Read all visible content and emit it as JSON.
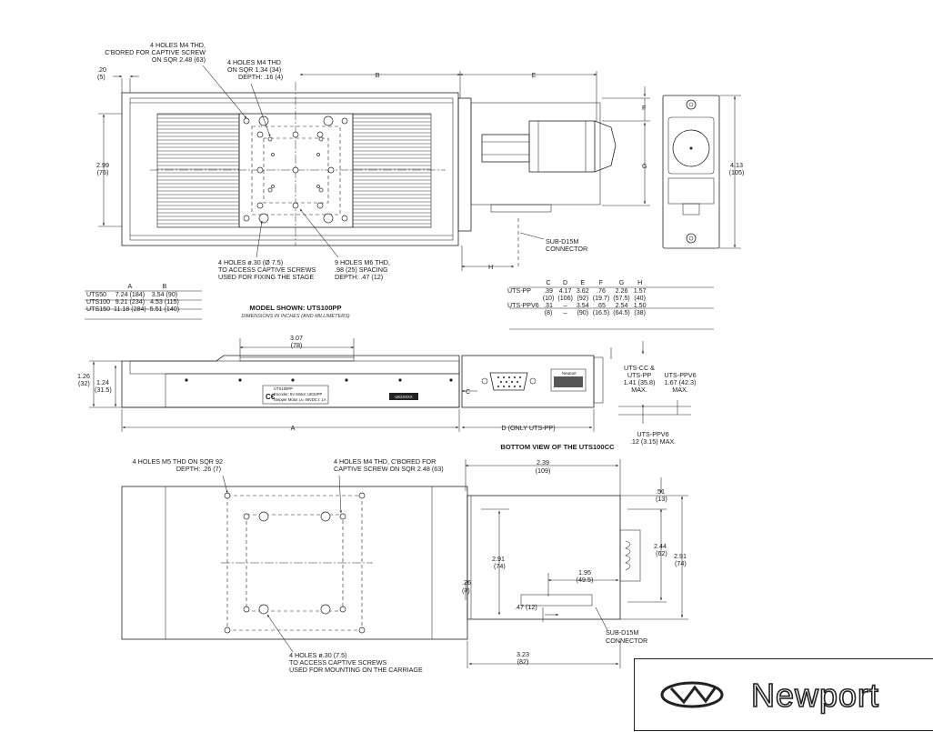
{
  "top_view": {
    "holes_m4_cbored": [
      "4 HOLES M4 THD,",
      "C'BORED FOR CAPTIVE SCREW",
      "ON SQR 2.48 (63)"
    ],
    "holes_m4_thd": [
      "4 HOLES M4 THD",
      "ON SQR 1.34 (34)",
      "DEPTH: .16 (4)"
    ],
    "dim_edge": [
      ".20",
      "(5)"
    ],
    "dim_b": "B",
    "dim_e": "E",
    "dim_f": "F",
    "dim_g": "G",
    "dim_h": "H",
    "dim_width": [
      "2.99",
      "(76)"
    ],
    "dim_side_height": [
      "4.13",
      "(105)"
    ],
    "holes_captive": [
      "4 HOLES ø.30 (Ø 7.5)",
      "TO ACCESS CAPTIVE SCREWS",
      "USED FOR FIXING THE STAGE"
    ],
    "holes_m6": [
      "9 HOLES M6 THD,",
      ".98 (25) SPACING",
      "DEPTH: .47 (12)"
    ],
    "connector": [
      "SUB-D15M",
      "CONNECTOR"
    ]
  },
  "model": {
    "title": "MODEL SHOWN: UTS100PP",
    "subtitle": "DIMENSIONS IN INCHES (AND MILLIMETERS)"
  },
  "table_ab": {
    "headers": [
      "",
      "A",
      "B"
    ],
    "rows": [
      [
        "UTS50",
        "7.24 (184)",
        "3.54 (90)"
      ],
      [
        "UTS100",
        "9.21 (234)",
        "4.53 (115)"
      ],
      [
        "UTS150",
        "11.18 (284)",
        "5.51 (140)"
      ]
    ]
  },
  "table_cdefgh": {
    "headers": [
      "",
      "C",
      "D",
      "E",
      "F",
      "G",
      "H"
    ],
    "rows": [
      {
        "model": "UTS-PP",
        "in": [
          ".39",
          "4.17",
          "3.62",
          ".76",
          "2.26",
          "1.57"
        ],
        "mm": [
          "(10)",
          "(106)",
          "(92)",
          "(19.7)",
          "(57.5)",
          "(40)"
        ]
      },
      {
        "model": "UTS-PPV6",
        "in": [
          ".31",
          "–",
          "3.54",
          ".65",
          "2.54",
          "1.50"
        ],
        "mm": [
          "(8)",
          "–",
          "(90)",
          "(16.5)",
          "(64.5)",
          "(38)"
        ]
      }
    ]
  },
  "side_view": {
    "dim_top": [
      "3.07",
      "(78)"
    ],
    "dim_h1": [
      "1.26",
      "(32)"
    ],
    "dim_h2": [
      "1.24",
      "(31.5)"
    ],
    "dim_a": "A",
    "dim_c": "C",
    "dim_d": "D (ONLY UTS-PP)",
    "label_lines": [
      "UTS100PP",
      "Encoder: 5V  Motor: UE34PP",
      "Stepper Motor U= 48VDC I: 1A"
    ],
    "serial": "UK2XXXX",
    "cc_pp": [
      "UTS-CC &",
      "UTS-PP",
      "1.41 (35.8)",
      "MAX."
    ],
    "ppv6_right": [
      "UTS-PPV6",
      "1.67 (42.3)",
      "MAX."
    ],
    "ppv6_bottom": [
      "UTS-PPV6",
      ".12 (3.15) MAX."
    ],
    "connector_brand": "Newport"
  },
  "bottom_view": {
    "title": "BOTTOM VIEW OF THE UTS100CC",
    "holes_m5": [
      "4 HOLES M5 THD ON SQR 92",
      "DEPTH: .26 (7)"
    ],
    "holes_m4": [
      "4 HOLES M4 THD, C'BORED  FOR",
      "CAPTIVE SCREW ON SQR 2.48 (63)"
    ],
    "dim_239": [
      "2.39",
      "(109)"
    ],
    "dim_51": [
      ".51",
      "(13)"
    ],
    "dim_291_left": [
      "2.91",
      "(74)"
    ],
    "dim_291_right": [
      "2.91",
      "(74)"
    ],
    "dim_244": [
      "2.44",
      "(62)"
    ],
    "dim_195": [
      "1.95",
      "(49.5)"
    ],
    "dim_47": ".47 (12)",
    "dim_26": [
      ".26",
      "(7)"
    ],
    "dim_323": [
      "3.23",
      "(82)"
    ],
    "connector": [
      "SUB-D15M",
      "CONNECTOR"
    ],
    "holes_captive": [
      "4 HOLES ø.30 (7.5)",
      "TO ACCESS CAPTIVE SCREWS",
      "USED FOR MOUNTING ON THE CARRIAGE"
    ]
  },
  "brand": {
    "name": "Newport"
  }
}
